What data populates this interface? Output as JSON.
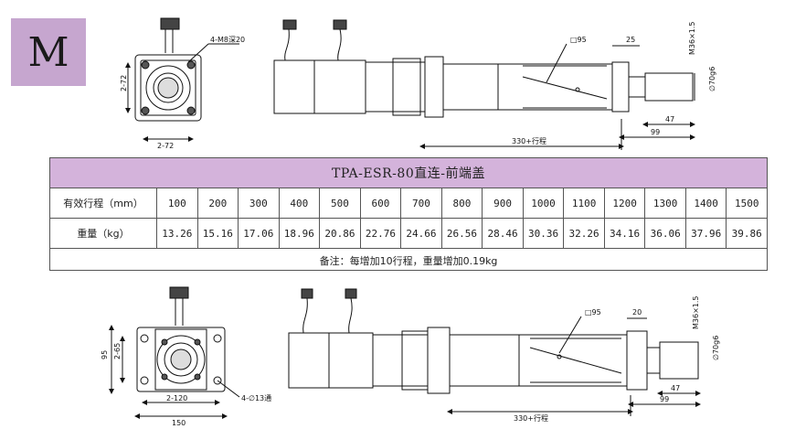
{
  "badge": "M",
  "top_drawing": {
    "front_dims": {
      "height": "2-72",
      "width": "2-72",
      "holes": "4-M8深20"
    },
    "side_dims": {
      "square": "□95",
      "flange_len": "25",
      "thread": "M36×1.5",
      "shaft_dia": "∅70g6",
      "shaft_len": "47",
      "end_len": "99",
      "stroke": "330+行程"
    }
  },
  "table": {
    "title": "TPA-ESR-80直连-前端盖",
    "row1_label": "有效行程（mm）",
    "strokes": [
      "100",
      "200",
      "300",
      "400",
      "500",
      "600",
      "700",
      "800",
      "900",
      "1000",
      "1100",
      "1200",
      "1300",
      "1400",
      "1500"
    ],
    "row2_label": "重量（kg）",
    "weights": [
      "13.26",
      "15.16",
      "17.06",
      "18.96",
      "20.86",
      "22.76",
      "24.66",
      "26.56",
      "28.46",
      "30.36",
      "32.26",
      "34.16",
      "36.06",
      "37.96",
      "39.86"
    ],
    "note": "备注：每增加10行程，重量增加0.19kg"
  },
  "bottom_drawing": {
    "front_dims": {
      "height_outer": "95",
      "height_inner": "2-65",
      "width_inner": "2-120",
      "width_outer": "150",
      "holes": "4-∅13通"
    },
    "side_dims": {
      "square": "□95",
      "flange_len": "20",
      "thread": "M36×1.5",
      "shaft_dia": "∅70g6",
      "shaft_len": "47",
      "end_len": "99",
      "stroke": "330+行程"
    }
  }
}
